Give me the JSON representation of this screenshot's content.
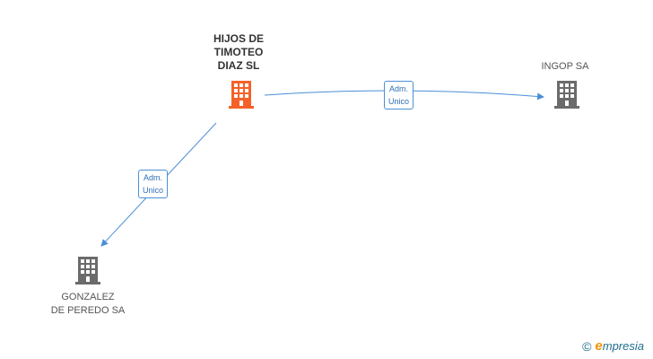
{
  "nodes": {
    "main": {
      "label": "HIJOS DE\nTIMOTEO\nDIAZ SL",
      "icon": "building-icon",
      "color": "#f4622a"
    },
    "ingop": {
      "label": "INGOP SA",
      "icon": "building-icon",
      "color": "#6b6b6b"
    },
    "gonzalez": {
      "label": "GONZALEZ\nDE PEREDO SA",
      "icon": "building-icon",
      "color": "#6b6b6b"
    }
  },
  "edges": [
    {
      "from": "main",
      "to": "ingop",
      "label": "Adm.\nUnico"
    },
    {
      "from": "main",
      "to": "gonzalez",
      "label": "Adm.\nUnico"
    }
  ],
  "brand": {
    "copyright": "©",
    "name": "mpresia",
    "initial": "e"
  },
  "colors": {
    "edge": "#4a8fd6"
  }
}
